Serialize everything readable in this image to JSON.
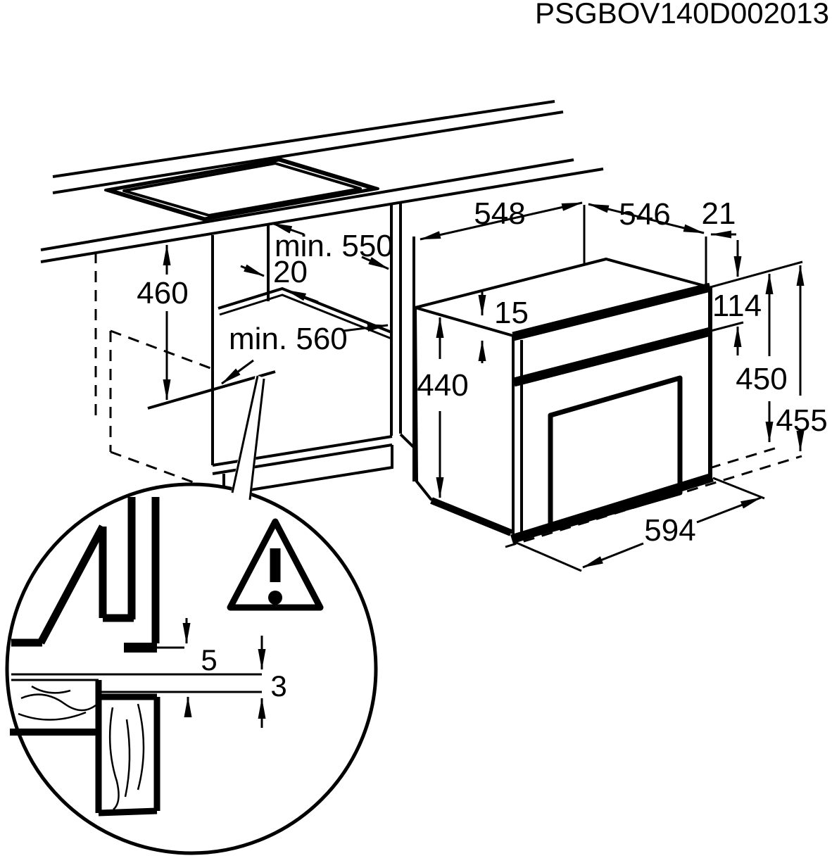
{
  "title": "PSGBOV140D002013",
  "colors": {
    "background": "#ffffff",
    "line": "#000000"
  },
  "dimensions": {
    "cabinet": {
      "niche_height": "460",
      "min_depth": "min. 550",
      "rear_gap": "20",
      "min_width": "min. 560"
    },
    "appliance": {
      "top_width": "548",
      "top_depth": "546",
      "side_overhang": "21",
      "top_clearance": "15",
      "body_height": "440",
      "control_panel_height": "114",
      "front_height": "450",
      "overall_height": "455",
      "front_width": "594"
    },
    "detail": {
      "upper_gap": "5",
      "lower_gap": "3"
    }
  },
  "icons": {
    "warning": "warning-triangle"
  }
}
